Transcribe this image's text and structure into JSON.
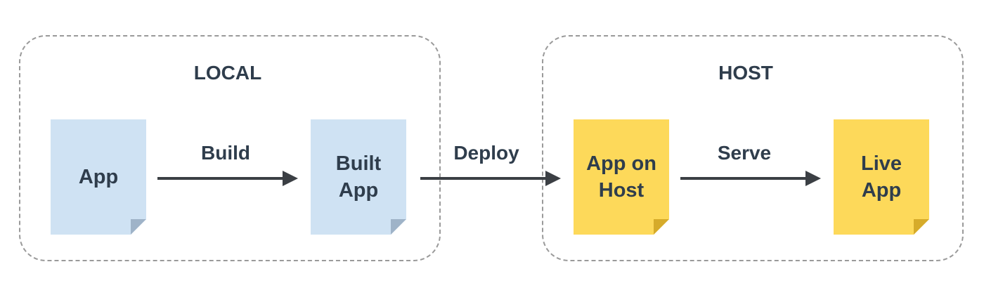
{
  "groups": {
    "local": {
      "title": "LOCAL"
    },
    "host": {
      "title": "HOST"
    }
  },
  "nodes": {
    "app": {
      "label": "App",
      "color": "#cfe2f3",
      "fold_color": "#9fb3c8"
    },
    "built_app": {
      "label": "Built\nApp",
      "color": "#cfe2f3",
      "fold_color": "#9fb3c8"
    },
    "app_on_host": {
      "label": "App on\nHost",
      "color": "#fdd95a",
      "fold_color": "#d6ab2a"
    },
    "live_app": {
      "label": "Live\nApp",
      "color": "#fdd95a",
      "fold_color": "#d6ab2a"
    }
  },
  "edges": {
    "build": {
      "label": "Build"
    },
    "deploy": {
      "label": "Deploy"
    },
    "serve": {
      "label": "Serve"
    }
  },
  "colors": {
    "arrow": "#3b3f44",
    "text": "#2f3d4c",
    "group_border": "#9a9a9a"
  }
}
